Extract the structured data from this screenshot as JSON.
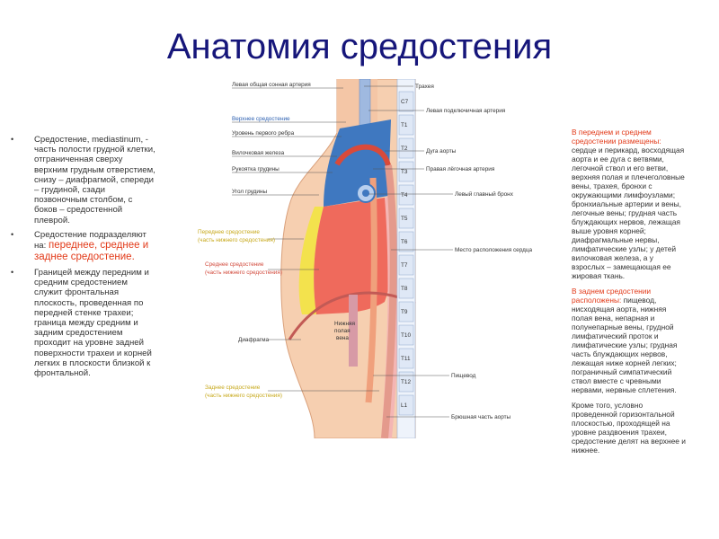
{
  "title": "Анатомия средостения",
  "left": {
    "items": [
      {
        "bullet": "•",
        "text": "Средостение, mediastinum, - часть полости грудной клетки, отграниченная сверху верхним грудным отверстием, снизу – диафрагмой, спереди – грудиной, сзади позвоночным столбом, с боков – средостенной плеврой."
      },
      {
        "bullet": "•",
        "text": "Средостение подразделяют на:",
        "highlight": "переднее, среднее и заднее средостение."
      },
      {
        "bullet": "•",
        "text": "Границей между передним и средним средостением служит фронтальная плоскость, проведенная по передней стенке трахеи; граница между средним и задним средостением проходит на уровне задней поверхности трахеи и корней легких в плоскости близкой к фронтальной."
      }
    ]
  },
  "right": {
    "p1_red": "В переднем и среднем средостении размещены:",
    "p1_text": "сердце и перикард, восходящая аорта и ее дуга с ветвями, легочной ствол и его ветви, верхняя полая и плечеголовные вены, трахея, бронхи с окружающими лимфоузлами; бронхиальные артерии и вены, легочные вены; грудная часть блуждающих нервов, лежащая выше уровня корней; диафрагмальные нервы, лимфатические узлы; у детей вилочковая железа, а у взрослых – замещающая ее жировая ткань.",
    "p2_red": "В заднем средостении расположены:",
    "p2_text": "пищевод, нисходящая аорта, нижняя полая вена, непарная и полунепарные вены, грудной лимфатический проток и лимфатические узлы; грудная часть блуждающих нервов, лежащая ниже корней легких; пограничный симпатический ствол вместе с чревными нервами, нервные сплетения.",
    "p3_text": "Кроме того, условно проведенной горизонтальной плоскостью, проходящей на уровне раздвоения трахеи, средостение делят на верхнее и нижнее."
  },
  "figure": {
    "labels_left": {
      "l1": "Левая общая сонная артерия",
      "l2": "Верхнее средостение",
      "l3": "Уровень первого ребра",
      "l4": "Вилочковая железа",
      "l5": "Рукоятка грудины",
      "l6": "Угол грудины",
      "l7a": "Переднее средостение",
      "l7b": "(часть нижнего средостения)",
      "l8a": "Среднее средостение",
      "l8b": "(часть нижнего средостения)",
      "l9": "Диафрагма",
      "l10a": "Заднее средостение",
      "l10b": "(часть нижнего средостения)"
    },
    "labels_right": {
      "r1": "Трахея",
      "r2": "Левая подключичная артерия",
      "r3": "Дуга аорты",
      "r4": "Правая лёгочная артерия",
      "r5": "Левый главный бронх",
      "r6": "Место расположения сердца",
      "r7": "Пищевод",
      "r8": "Брюшная часть аорты"
    },
    "ivc_a": "Нижняя",
    "ivc_b": "полая",
    "ivc_c": "вена",
    "vertebrae": [
      "C7",
      "T1",
      "T2",
      "T3",
      "T4",
      "T5",
      "T6",
      "T7",
      "T8",
      "T9",
      "T10",
      "T11",
      "T12",
      "L1"
    ]
  },
  "colors": {
    "title": "#16167a",
    "accent_red": "#e23a19",
    "heart": "#ef6a5c",
    "superior": "#3f78c0",
    "anterior": "#f3e24d",
    "skin": "#f2c3a1"
  }
}
